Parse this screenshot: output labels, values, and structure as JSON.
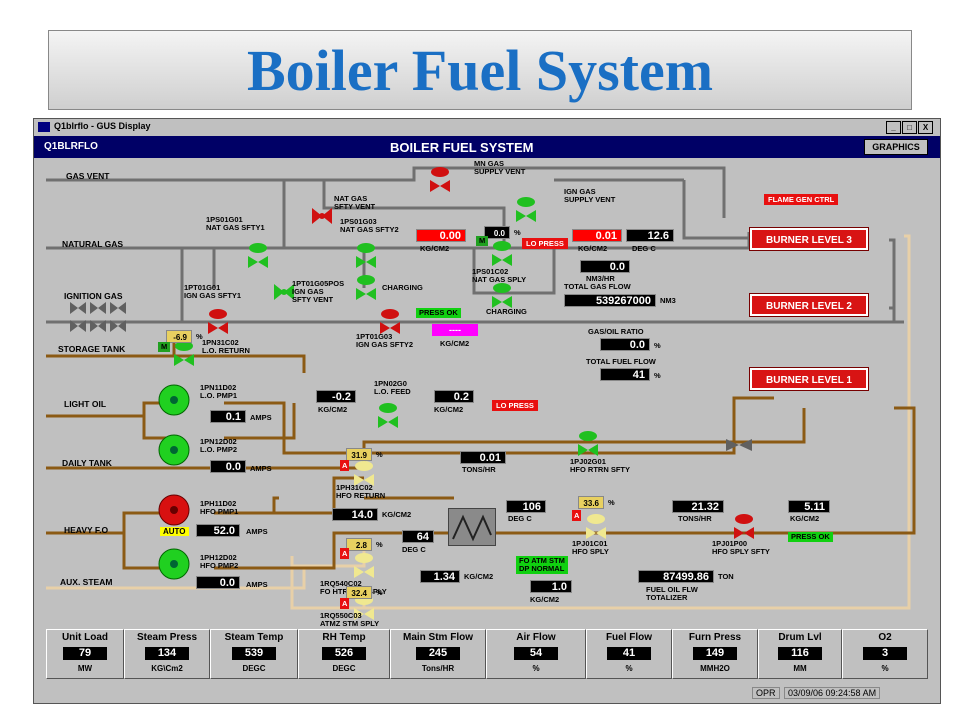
{
  "slide": {
    "title": "Boiler Fuel System"
  },
  "window": {
    "title": "Q1blrflo - GUS Display",
    "buttons": [
      "_",
      "□",
      "X"
    ],
    "tag": "Q1BLRFLO",
    "header": "BOILER FUEL SYSTEM",
    "graphics_label": "GRAPHICS"
  },
  "lines": {
    "gas_vent": "GAS VENT",
    "natural_gas": "NATURAL GAS",
    "ignition_gas": "IGNITION GAS",
    "storage_tank": "STORAGE TANK",
    "light_oil": "LIGHT OIL",
    "daily_tank": "DAILY TANK",
    "heavy_fo": "HEAVY F.O",
    "aux_steam": "AUX. STEAM"
  },
  "valves": {
    "mn_gas_supply_vent": "MN GAS\nSUPPLY VENT",
    "ign_gas_supply_vent": "IGN GAS\nSUPPLY VENT",
    "nat_gas_sfty_vent": "NAT GAS\nSFTY VENT",
    "ps01g01": "1PS01G01\nNAT GAS SFTY1",
    "ps01g03": "1PS01G03\nNAT GAS SFTY2",
    "ps01c02": "1PS01C02\nNAT GAS SPLY",
    "charging1": "CHARGING",
    "charging2": "CHARGING",
    "pt01g01": "1PT01G01\nIGN GAS SFTY1",
    "pt01g05": "1PT01G05POS\nIGN GAS\nSFTY VENT",
    "pt01g03": "1PT01G03\nIGN GAS SFTY2",
    "pn31c02": "1PN31C02\nL.O. RETURN",
    "pn02g0": "1PN02G0\nL.O. FEED",
    "pj02g01": "1PJ02G01\nHFO RTRN SFTY",
    "ph31c02": "1PH31C02\nHFO RETURN",
    "pj01c01": "1PJ01C01\nHFO SPLY",
    "pj01p00": "1PJ01P00\nHFO SPLY SFTY",
    "rq540c02": "1RQ540C02\nFO HTR STM SPLY",
    "rq550c03": "1RQ550C03\nATMZ STM SPLY"
  },
  "pumps": {
    "lo_pmp1": "1PN11D02\nL.O. PMP1",
    "lo_pmp2": "1PN12D02\nL.O. PMP2",
    "hfo_pmp1": "1PH11D02\nHFO PMP1",
    "hfo_pmp2": "1PH12D02\nHFO PMP2",
    "auto_label": "AUTO"
  },
  "readings": {
    "nat_gas_press": {
      "value": "0.00",
      "unit": "KG/CM2"
    },
    "ps01c02_pos": {
      "value": "0.0",
      "unit": "%"
    },
    "nat_gas_press2": {
      "value": "0.01",
      "unit": "KG/CM2"
    },
    "gas_temp": {
      "value": "12.6",
      "unit": "DEG C"
    },
    "gas_flow": {
      "value": "0.0",
      "unit": "NM3/HR",
      "label": "TOTAL GAS FLOW"
    },
    "gas_total": {
      "value": "539267000",
      "unit": "NM3"
    },
    "gas_oil_ratio": {
      "value": "0.0",
      "unit": "%",
      "label": "GAS/OIL RATIO"
    },
    "fuel_flow": {
      "value": "41",
      "unit": "%",
      "label": "TOTAL FUEL FLOW"
    },
    "ign_gas_press": {
      "value": "----",
      "unit": "KG/CM2"
    },
    "pn31c02_pos": {
      "value": "-6.9",
      "unit": "%"
    },
    "lo_pmp1_amps": {
      "value": "0.1",
      "unit": "AMPS"
    },
    "lo_pmp2_amps": {
      "value": "0.0",
      "unit": "AMPS"
    },
    "lo_press1": {
      "value": "-0.2",
      "unit": "KG/CM2"
    },
    "lo_press2": {
      "value": "0.2",
      "unit": "KG/CM2"
    },
    "hfo_return_flow": {
      "value": "0.01",
      "unit": "TONS/HR"
    },
    "ph31c02_pos": {
      "value": "31.9",
      "unit": "%"
    },
    "hfo_pmp1_amps": {
      "value": "52.0",
      "unit": "AMPS"
    },
    "hfo_pmp2_amps": {
      "value": "0.0",
      "unit": "AMPS"
    },
    "hfo_press": {
      "value": "14.0",
      "unit": "KG/CM2"
    },
    "hfo_temp1": {
      "value": "64",
      "unit": "DEG C"
    },
    "hfo_temp2": {
      "value": "106",
      "unit": "DEG C"
    },
    "pj01c01_pos": {
      "value": "33.6",
      "unit": "%"
    },
    "hfo_flow": {
      "value": "21.32",
      "unit": "TONS/HR"
    },
    "hfo_sply_press": {
      "value": "5.11",
      "unit": "KG/CM2"
    },
    "rq540_pos": {
      "value": "2.8",
      "unit": "%"
    },
    "stm_press": {
      "value": "1.34",
      "unit": "KG/CM2"
    },
    "rq550_pos": {
      "value": "32.4",
      "unit": "%"
    },
    "atm_stm": {
      "value": "1.0",
      "unit": "KG/CM2"
    },
    "totalizer": {
      "value": "87499.86",
      "unit": "TON",
      "label": "FUEL OIL FLW\nTOTALIZER"
    }
  },
  "alarms": {
    "flame_gen": "FLAME GEN CTRL",
    "lo_press_gas": "LO PRESS",
    "lo_press_oil": "LO PRESS",
    "press_ok1": "PRESS OK",
    "press_ok2": "PRESS OK",
    "fo_atm_stm": "FO ATM STM\nDP NORMAL",
    "a_label": "A",
    "m_label": "M"
  },
  "burners": [
    "BURNER LEVEL 3",
    "BURNER LEVEL 2",
    "BURNER LEVEL 1"
  ],
  "summary": [
    {
      "label": "Unit Load",
      "value": "79",
      "unit": "MW"
    },
    {
      "label": "Steam Press",
      "value": "134",
      "unit": "KG\\Cm2"
    },
    {
      "label": "Steam Temp",
      "value": "539",
      "unit": "DEGC"
    },
    {
      "label": "RH Temp",
      "value": "526",
      "unit": "DEGC"
    },
    {
      "label": "Main Stm Flow",
      "value": "245",
      "unit": "Tons/HR"
    },
    {
      "label": "Air Flow",
      "value": "54",
      "unit": "%"
    },
    {
      "label": "Fuel Flow",
      "value": "41",
      "unit": "%"
    },
    {
      "label": "Furn Press",
      "value": "149",
      "unit": "MMH2O"
    },
    {
      "label": "Drum Lvl",
      "value": "116",
      "unit": "MM"
    },
    {
      "label": "O2",
      "value": "3",
      "unit": "%"
    }
  ],
  "status": {
    "mode": "OPR",
    "datetime": "03/09/06 09:24:58 AM"
  },
  "colors": {
    "gas_line": "#808080",
    "oil_line": "#8b5a14",
    "steam_line": "#f5d5b0",
    "valve_green": "#20c020",
    "valve_red": "#d01010",
    "burner": "#d81414",
    "title": "#1a6fc4"
  }
}
